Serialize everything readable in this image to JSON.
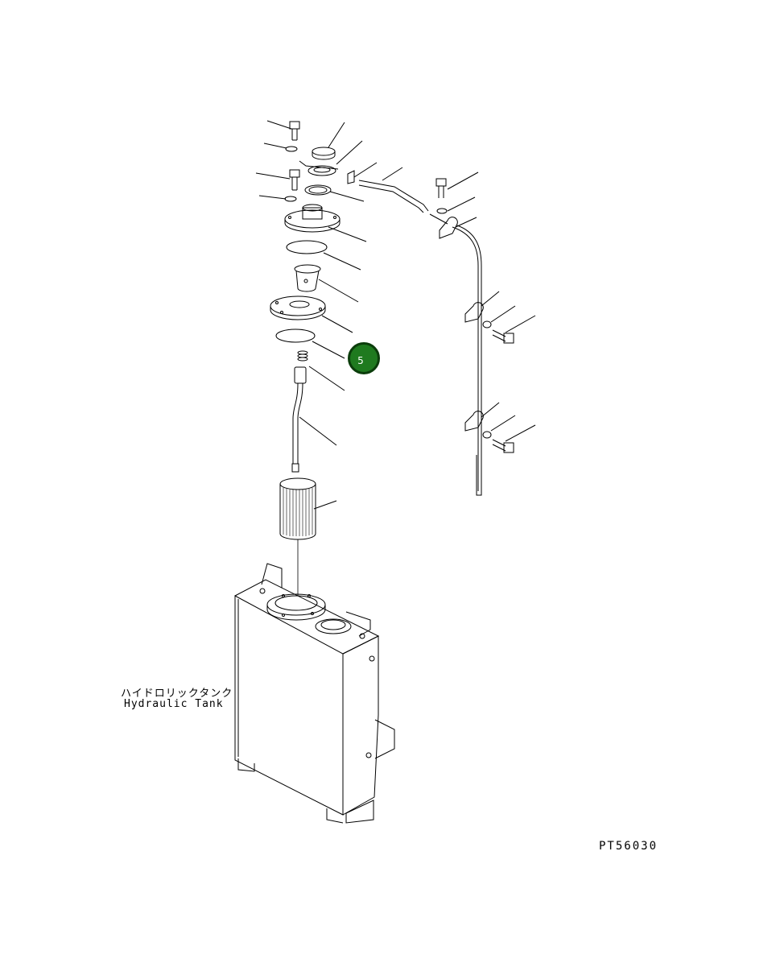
{
  "labels": {
    "tank_japanese": "ハイドロリックタンク",
    "tank_english": "Hydraulic Tank",
    "drawing_code": "PT56030"
  },
  "callout": {
    "number": "5",
    "fill_color": "#1f7a1f",
    "border_color": "#0b3d0b"
  }
}
